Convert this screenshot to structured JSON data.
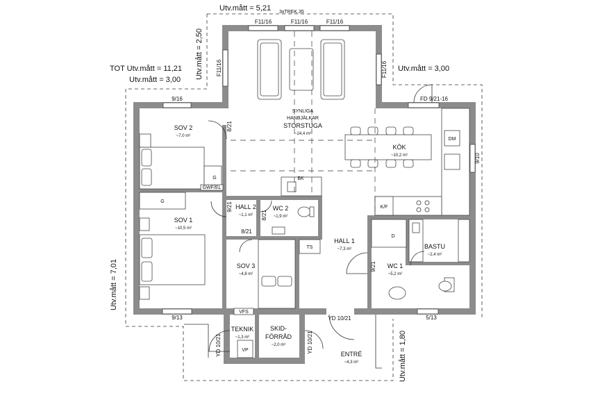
{
  "dimensions": {
    "top_width": "Utv.mått = 5,21",
    "top_window": "3xTREK.35",
    "left_top_height": "Utv.mått = 2,50",
    "total_width": "TOT Utv.mått = 11,21",
    "left_width": "Utv.mått = 3,00",
    "right_width": "Utv.mått = 3,00",
    "left_height": "Utv.mått = 7,01",
    "bottom_right_height": "Utv.mått = 1,80"
  },
  "rooms": {
    "storstuga": {
      "top": "SYNLIGA",
      "mid": "HANBJÄLKAR",
      "name": "STORSTUGA",
      "area": "~24,4 m²"
    },
    "sov2": {
      "name": "SOV 2",
      "area": "~7,0 m²"
    },
    "sov1": {
      "name": "SOV 1",
      "area": "~10,5 m²"
    },
    "sov3": {
      "name": "SOV 3",
      "area": "~4,8 m²"
    },
    "hall2": {
      "name": "HALL 2",
      "area": "~1,1 m²"
    },
    "wc2": {
      "name": "WC 2",
      "area": "~1,9 m²"
    },
    "hall1": {
      "name": "HALL 1",
      "area": "~7,3 m²"
    },
    "kok": {
      "name": "KÖK",
      "area": "~10,2 m²"
    },
    "wc1": {
      "name": "WC 1",
      "area": "~5,2 m²"
    },
    "bastu": {
      "name": "BASTU",
      "area": "~2,4 m²"
    },
    "teknik": {
      "name": "TEKNIK",
      "area": "~1,3 m²"
    },
    "skidforrad": {
      "line1": "SKID-",
      "line2": "FÖRRÅD",
      "area": "~2,0 m²"
    },
    "entre": {
      "name": "ENTRÉ",
      "area": "~4,3 m²"
    }
  },
  "openings": {
    "f11_a": "F11/16",
    "f11_b": "F11/16",
    "f11_c": "F11/16",
    "f11_left": "F11/16",
    "f11_right": "F11/16",
    "w_sov2": "9/16",
    "fd": "FD 9/21-16",
    "w_kok": "9/10",
    "d_sov2": "8/21",
    "d_hall2": "9/21",
    "d_wc2": "8/21",
    "d_sov3": "8/21",
    "d_hall1": "9/21",
    "w_sov1": "9/13",
    "w_wc1": "5/13",
    "yd_right": "YD 10/21",
    "yd_teknik": "YD 10/21",
    "yd_skid": "YD 10/21"
  },
  "fixtures": {
    "bk": "BK",
    "dm": "DM",
    "kf": "K/F",
    "ts": "TS",
    "d": "D",
    "vp": "VP",
    "vfs": "VFS",
    "g_sov2": "G",
    "g_sov1": "G",
    "gwf": "GWF/EL"
  }
}
